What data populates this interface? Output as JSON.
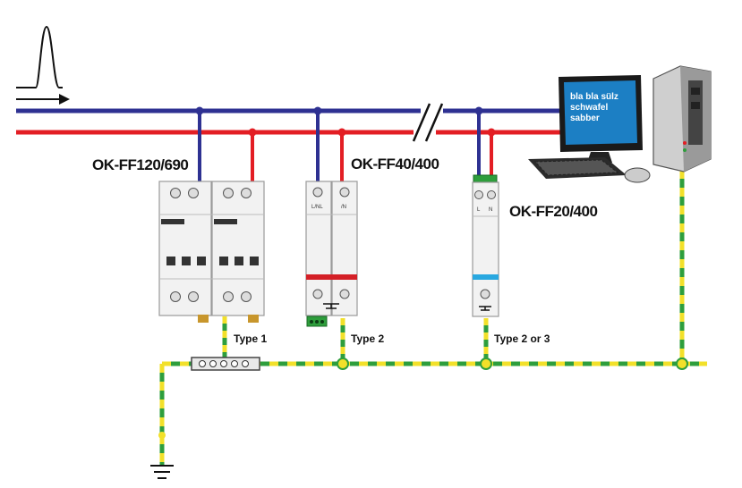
{
  "devices": [
    {
      "model": "OK-FF120/690",
      "type": "Type 1"
    },
    {
      "model": "OK-FF40/400",
      "type": "Type 2",
      "terminal_left": "L/NL",
      "terminal_right": "/N"
    },
    {
      "model": "OK-FF20/400",
      "type": "Type 2 or 3",
      "terminal_left": "L",
      "terminal_right": "N"
    }
  ],
  "monitor": {
    "screen_lines": [
      "bla bla sülz",
      "schwafel",
      "sabber"
    ]
  },
  "colors": {
    "blue_line": "#2e3192",
    "red_line": "#e31e24",
    "earth_green": "#2e9e3c",
    "earth_yellow": "#f2e02a",
    "screen_blue": "#1c7fc4"
  }
}
